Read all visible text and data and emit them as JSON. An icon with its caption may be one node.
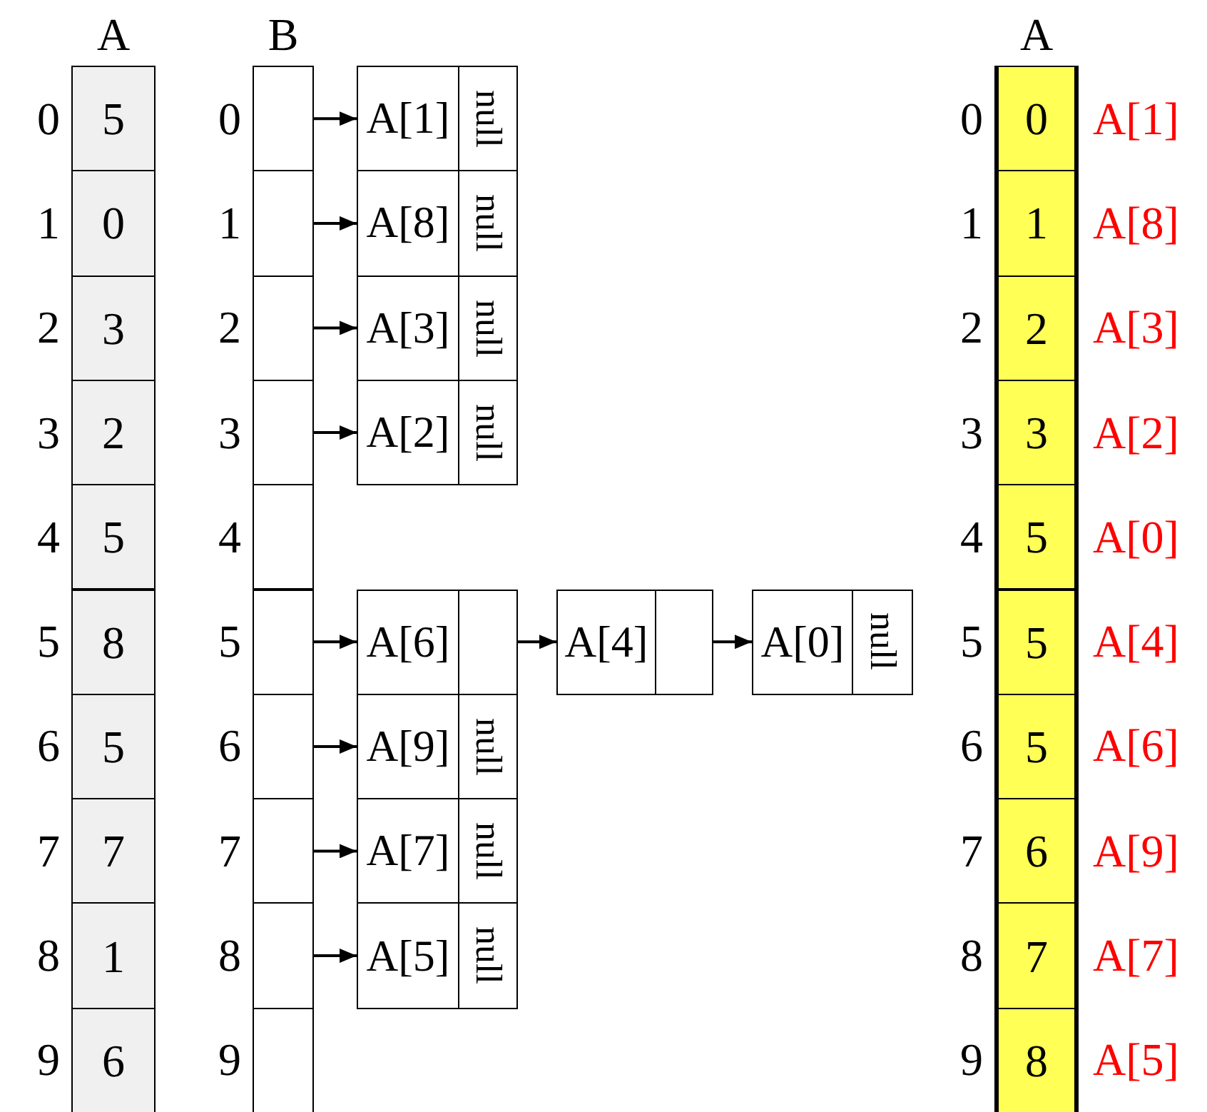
{
  "diagram": {
    "nodes": [
      {
        "text": [
          "A"
        ]
      },
      {
        "text": [
          "5"
        ],
        "in": 0,
        "beside": [
          "0"
        ]
      },
      {
        "text": [
          "0"
        ],
        "in": 0,
        "beside": [
          "1"
        ]
      },
      {
        "text": [
          "3"
        ],
        "in": 0,
        "beside": [
          "2"
        ]
      },
      {
        "text": [
          "2"
        ],
        "in": 0,
        "beside": [
          "3"
        ]
      },
      {
        "text": [
          "5"
        ],
        "in": 0,
        "beside": [
          "4"
        ]
      },
      {
        "text": [
          "8"
        ],
        "in": 0,
        "beside": [
          "5"
        ]
      },
      {
        "text": [
          "5"
        ],
        "in": 0,
        "beside": [
          "6"
        ]
      },
      {
        "text": [
          "7"
        ],
        "in": 0,
        "beside": [
          "7"
        ]
      },
      {
        "text": [
          "1"
        ],
        "in": 0,
        "beside": [
          "8"
        ]
      },
      {
        "text": [
          "6"
        ],
        "in": 0,
        "beside": [
          "9"
        ]
      },
      {
        "text": [
          "B"
        ]
      },
      {
        "text": [],
        "shape": "box",
        "in": 11,
        "beside": [
          "0"
        ]
      },
      {
        "text": [],
        "shape": "box",
        "in": 11,
        "beside": [
          "1"
        ]
      },
      {
        "text": [],
        "shape": "box",
        "in": 11,
        "beside": [
          "2"
        ]
      },
      {
        "text": [],
        "shape": "box",
        "in": 11,
        "beside": [
          "3"
        ]
      },
      {
        "text": [],
        "shape": "box",
        "in": 11,
        "beside": [
          "4"
        ]
      },
      {
        "text": [],
        "shape": "box",
        "in": 11,
        "beside": [
          "5"
        ]
      },
      {
        "text": [],
        "shape": "box",
        "in": 11,
        "beside": [
          "6"
        ]
      },
      {
        "text": [],
        "shape": "box",
        "in": 11,
        "beside": [
          "7"
        ]
      },
      {
        "text": [],
        "shape": "box",
        "in": 11,
        "beside": [
          "8"
        ]
      },
      {
        "text": [],
        "shape": "box",
        "in": 11,
        "beside": [
          "9"
        ]
      },
      {
        "text": [
          "A[1]",
          "null"
        ]
      },
      {
        "text": [
          "A[8]",
          "null"
        ]
      },
      {
        "text": [
          "A[3]",
          "null"
        ]
      },
      {
        "text": [
          "A[2]",
          "null"
        ]
      },
      {
        "text": [
          "A[6]"
        ]
      },
      {
        "text": [
          "A[4]"
        ]
      },
      {
        "text": [
          "A[0]",
          "null"
        ]
      },
      {
        "text": [
          "A[9]",
          "null"
        ]
      },
      {
        "text": [
          "A[7]",
          "null"
        ]
      },
      {
        "text": [
          "A[5]",
          "null"
        ]
      },
      {
        "text": [
          "A"
        ]
      },
      {
        "text": [
          "0"
        ],
        "in": 32,
        "beside": [
          "0",
          "A[1]"
        ]
      },
      {
        "text": [
          "1"
        ],
        "in": 32,
        "beside": [
          "1",
          "A[8]"
        ]
      },
      {
        "text": [
          "2"
        ],
        "in": 32,
        "beside": [
          "2",
          "A[3]"
        ]
      },
      {
        "text": [
          "3"
        ],
        "in": 32,
        "beside": [
          "3",
          "A[2]"
        ]
      },
      {
        "text": [
          "5"
        ],
        "in": 32,
        "beside": [
          "4",
          "A[0]"
        ]
      },
      {
        "text": [
          "5"
        ],
        "in": 32,
        "beside": [
          "5",
          "A[4]"
        ]
      },
      {
        "text": [
          "5"
        ],
        "in": 32,
        "beside": [
          "6",
          "A[6]"
        ]
      },
      {
        "text": [
          "6"
        ],
        "in": 32,
        "beside": [
          "7",
          "A[9]"
        ]
      },
      {
        "text": [
          "7"
        ],
        "in": 32,
        "beside": [
          "8",
          "A[7]"
        ]
      },
      {
        "text": [
          "8"
        ],
        "in": 32,
        "beside": [
          "9",
          "A[5]"
        ]
      }
    ],
    "edges": [
      {
        "from": 12,
        "to": 22,
        "arrow": "to"
      },
      {
        "from": 13,
        "to": 23,
        "arrow": "to"
      },
      {
        "from": 14,
        "to": 24,
        "arrow": "to"
      },
      {
        "from": 15,
        "to": 25,
        "arrow": "to"
      },
      {
        "from": 17,
        "to": 26,
        "arrow": "to"
      },
      {
        "from": 26,
        "to": 27,
        "arrow": "to"
      },
      {
        "from": 27,
        "to": 28,
        "arrow": "to"
      },
      {
        "from": 18,
        "to": 29,
        "arrow": "to"
      },
      {
        "from": 19,
        "to": 30,
        "arrow": "to"
      },
      {
        "from": 20,
        "to": 31,
        "arrow": "to"
      }
    ]
  }
}
